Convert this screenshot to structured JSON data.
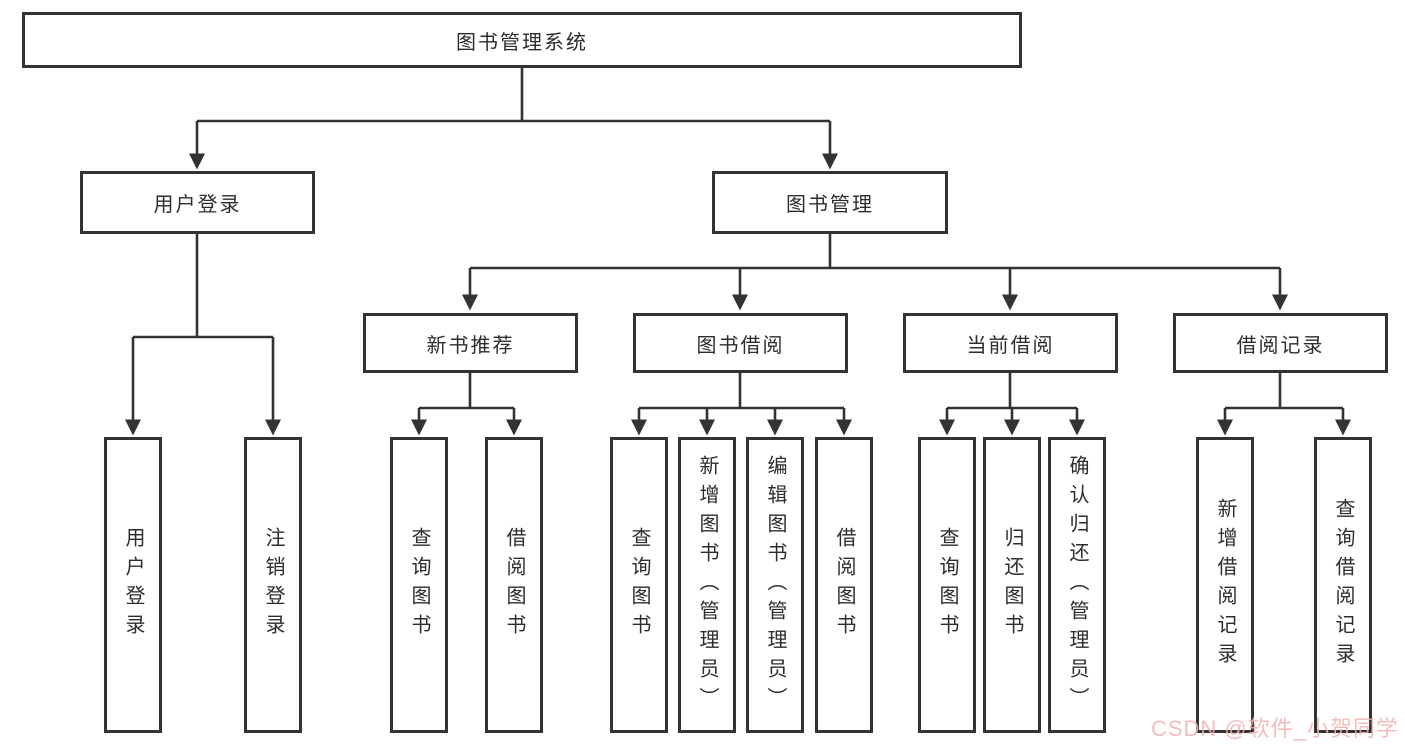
{
  "diagram": {
    "root": {
      "label": "图书管理系统"
    },
    "branches": [
      {
        "label": "用户登录"
      },
      {
        "label": "图书管理"
      }
    ],
    "modules": [
      {
        "label": "新书推荐"
      },
      {
        "label": "图书借阅"
      },
      {
        "label": "当前借阅"
      },
      {
        "label": "借阅记录"
      }
    ],
    "leaves": {
      "user_login": [
        "用户登录",
        "注销登录"
      ],
      "new_book_recommend": [
        "查询图书",
        "借阅图书"
      ],
      "book_borrow": [
        "查询图书",
        "新增图书（管理员）",
        "编辑图书（管理员）",
        "借阅图书"
      ],
      "current_borrow": [
        "查询图书",
        "归还图书",
        "确认归还（管理员）"
      ],
      "borrow_records": [
        "新增借阅记录",
        "查询借阅记录"
      ]
    },
    "line_color": "#333333"
  },
  "watermark": {
    "text": "CSDN @软件_小贺同学",
    "color": "#efb3b0"
  }
}
